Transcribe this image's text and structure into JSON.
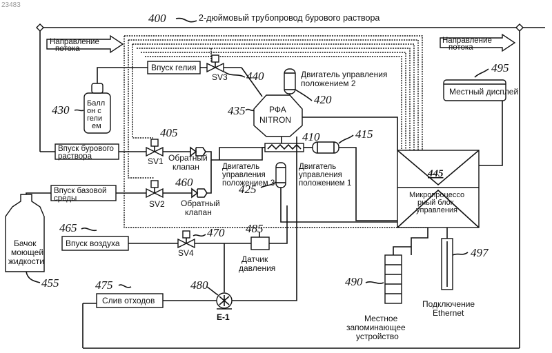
{
  "watermark": "23483",
  "title": "2-дюймовый трубопровод бурового раствора",
  "refs": {
    "r400": "400",
    "r405": "405",
    "r410": "410",
    "r415": "415",
    "r420": "420",
    "r425": "425",
    "r430": "430",
    "r435": "435",
    "r440": "440",
    "r445": "445",
    "r455": "455",
    "r460": "460",
    "r465": "465",
    "r470": "470",
    "r475": "475",
    "r480": "480",
    "r485": "485",
    "r490": "490",
    "r495": "495",
    "r497": "497"
  },
  "arrows": {
    "flow_left": [
      "Направление",
      "потока"
    ],
    "flow_right": [
      "Направление",
      "потока"
    ]
  },
  "boxes": {
    "helium_inlet": "Впуск гелия",
    "mud_inlet": [
      "Впуск бурового",
      "раствора"
    ],
    "base_inlet": [
      "Впуск базовой",
      "среды"
    ],
    "air_inlet": "Впуск воздуха",
    "waste": "Слив отходов",
    "local_display": "Местный дисплей"
  },
  "valves": {
    "sv1": "SV1",
    "sv2": "SV2",
    "sv3": "SV3",
    "sv4": "SV4"
  },
  "labels": {
    "helium_bottle": [
      "Балл",
      "он с",
      "гели",
      "ем"
    ],
    "check_valve_1": [
      "Обратный",
      "клапан"
    ],
    "check_valve_2": [
      "Обратный",
      "клапан"
    ],
    "motor2": [
      "Двигатель управления",
      "положением 2"
    ],
    "motor1": [
      "Двигатель",
      "управления",
      "положением 1"
    ],
    "motor3": [
      "Двигатель",
      "управления",
      "положением 3"
    ],
    "rfa": [
      "РФА",
      "NITRON"
    ],
    "mcu": [
      "Микропроцессо",
      "рный блок",
      "управления"
    ],
    "wash_tank": [
      "Бачок",
      "моющей",
      "жидкости"
    ],
    "pressure_sensor": [
      "Датчик",
      "давления"
    ],
    "pump": "E-1",
    "storage": [
      "Местное",
      "запоминающее",
      "устройство"
    ],
    "ethernet": [
      "Подключение",
      "Ethernet"
    ]
  }
}
